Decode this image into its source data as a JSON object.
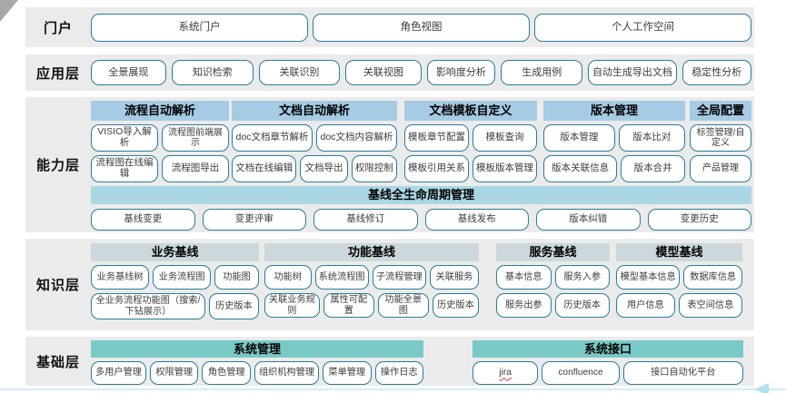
{
  "portal": {
    "label": "门户",
    "items": [
      "系统门户",
      "角色视图",
      "个人工作空间"
    ]
  },
  "app": {
    "label": "应用层",
    "items": [
      "全景展现",
      "知识检索",
      "关联识别",
      "关联视图",
      "影响度分析",
      "生成用例",
      "自动生成导出文档",
      "稳定性分析"
    ]
  },
  "capability": {
    "label": "能力层",
    "groups": [
      {
        "title": "流程自动解析",
        "rows": [
          [
            "VISIO导入解析",
            "流程图前端展示"
          ],
          [
            "流程图在线编辑",
            "流程图导出"
          ]
        ]
      },
      {
        "title": "文档自动解析",
        "rows": [
          [
            "doc文档章节解析",
            "doc文档内容解析"
          ],
          [
            "文档在线编辑",
            "文档导出",
            "权限控制"
          ]
        ]
      },
      {
        "title": "文档模板自定义",
        "rows": [
          [
            "模板章节配置",
            "模板查询"
          ],
          [
            "模板引用关系",
            "模板版本管理"
          ]
        ]
      },
      {
        "title": "版本管理",
        "rows": [
          [
            "版本管理",
            "版本比对"
          ],
          [
            "版本关联信息",
            "版本合并"
          ]
        ]
      },
      {
        "title": "全局配置",
        "rows": [
          [
            "标签管理/自定义"
          ],
          [
            "产品管理"
          ]
        ]
      }
    ],
    "baseline": {
      "title": "基线全生命周期管理",
      "items": [
        "基线变更",
        "变更评审",
        "基线修订",
        "基线发布",
        "版本纠错",
        "变更历史"
      ]
    }
  },
  "knowledge": {
    "label": "知识层",
    "groups": [
      {
        "title": "业务基线",
        "rows": [
          [
            "业务基线树",
            "业务流程图",
            "功能图"
          ],
          [
            "全业务流程功能图（搜索/下钻展示）",
            "历史版本"
          ]
        ]
      },
      {
        "title": "功能基线",
        "rows": [
          [
            "功能树",
            "系统流程图",
            "子流程管理",
            "关联服务"
          ],
          [
            "关联业务规则",
            "属性可配置",
            "功能全景图",
            "历史版本"
          ]
        ]
      },
      {
        "title": "服务基线",
        "rows": [
          [
            "基本信息",
            "服务入参"
          ],
          [
            "服务出参",
            "历史版本"
          ]
        ]
      },
      {
        "title": "模型基线",
        "rows": [
          [
            "模型基本信息",
            "数据库信息"
          ],
          [
            "用户信息",
            "表空间信息"
          ]
        ]
      }
    ]
  },
  "foundation": {
    "label": "基础层",
    "groups": [
      {
        "title": "系统管理",
        "items": [
          "多用户管理",
          "权限管理",
          "角色管理",
          "组织机构管理",
          "菜单管理",
          "操作日志"
        ]
      },
      {
        "title": "系统接口",
        "items": [
          "jira",
          "confluence",
          "接口自动化平台"
        ]
      }
    ]
  },
  "colors": {
    "layer_band_bg": "#ebebeb",
    "box_border": "#2e7b99",
    "capability_header_bg": "#a6cbe4",
    "baseline_band_bg": "#abd7e4",
    "knowledge_header_bg": "#ccd8dc",
    "foundation_header_bg": "#79c9c7",
    "spellcheck_underline": "#d43b3b",
    "bottom_arrow": "#b4e0ee",
    "corner_fold": "#a8a8a8"
  }
}
